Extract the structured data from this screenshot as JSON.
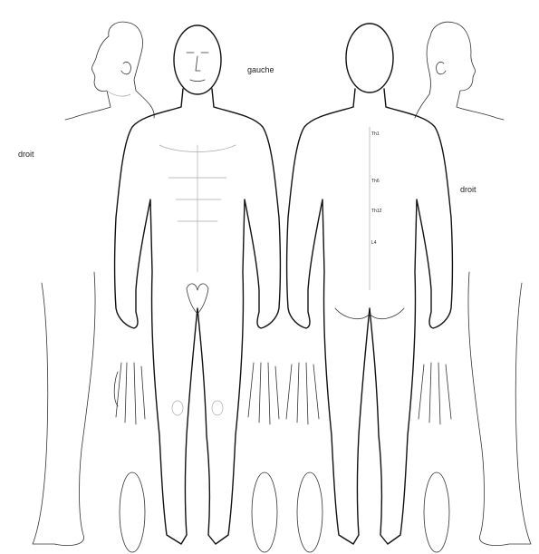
{
  "labels": {
    "gauche": "gauche",
    "droit_left": "droit",
    "droit_right": "droit"
  },
  "spine_markers": [
    "Th1",
    "Th6",
    "Th12",
    "L4"
  ]
}
